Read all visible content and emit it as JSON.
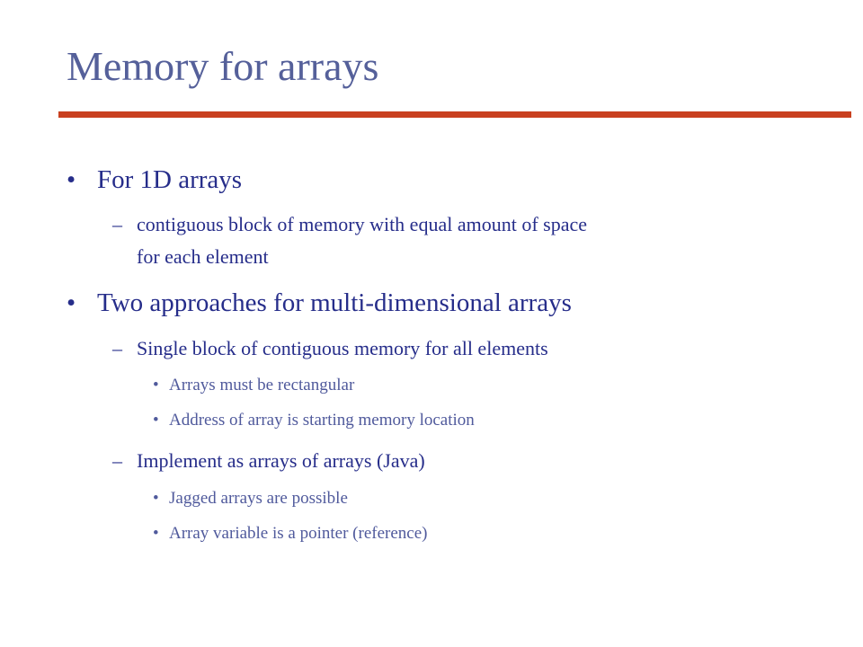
{
  "slide": {
    "title": "Memory for arrays",
    "accent_color": "#c9401f",
    "title_color": "#55609a",
    "text_color": "#262d8a",
    "bullets": [
      {
        "marker": "•",
        "text": "For 1D arrays",
        "children": [
          {
            "marker": "–",
            "line1": "contiguous block of memory with equal amount of space",
            "line2": "for each element"
          }
        ]
      },
      {
        "marker": "•",
        "text": "Two approaches for multi-dimensional arrays",
        "children": [
          {
            "marker": "–",
            "text": "Single block of contiguous memory for all elements",
            "children": [
              {
                "marker": "•",
                "text": "Arrays must be rectangular"
              },
              {
                "marker": "•",
                "text": "Address of array is starting memory location"
              }
            ]
          },
          {
            "marker": "–",
            "text": "Implement as arrays of arrays (Java)",
            "children": [
              {
                "marker": "•",
                "text": "Jagged arrays are possible"
              },
              {
                "marker": "•",
                "text": "Array variable is a pointer (reference)"
              }
            ]
          }
        ]
      }
    ]
  }
}
